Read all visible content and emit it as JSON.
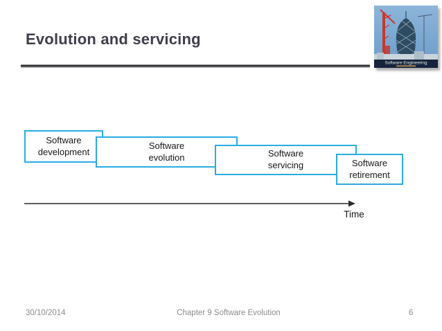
{
  "slide": {
    "title": "Evolution and servicing",
    "footer": {
      "date": "30/10/2014",
      "center": "Chapter 9 Software Evolution",
      "page_number": "6"
    }
  },
  "diagram": {
    "type": "staged-process-timeline",
    "stages": [
      {
        "line1": "Software",
        "line2": "development"
      },
      {
        "line1": "Software",
        "line2": "evolution"
      },
      {
        "line1": "Software",
        "line2": "servicing"
      },
      {
        "line1": "Software",
        "line2": "retirement"
      }
    ],
    "axis_label": "Time"
  },
  "book_cover": {
    "title": "Software Engineering"
  },
  "colors": {
    "title_text": "#3e3e4c",
    "stage_border": "#29abe2",
    "diagram_text": "#161616",
    "footer_text": "#8c8c8c",
    "arrow": "#2b2b2b",
    "cover_sky": "#7fa9d3",
    "cover_band": "#16233f",
    "cover_crane_red": "#c8372d"
  }
}
